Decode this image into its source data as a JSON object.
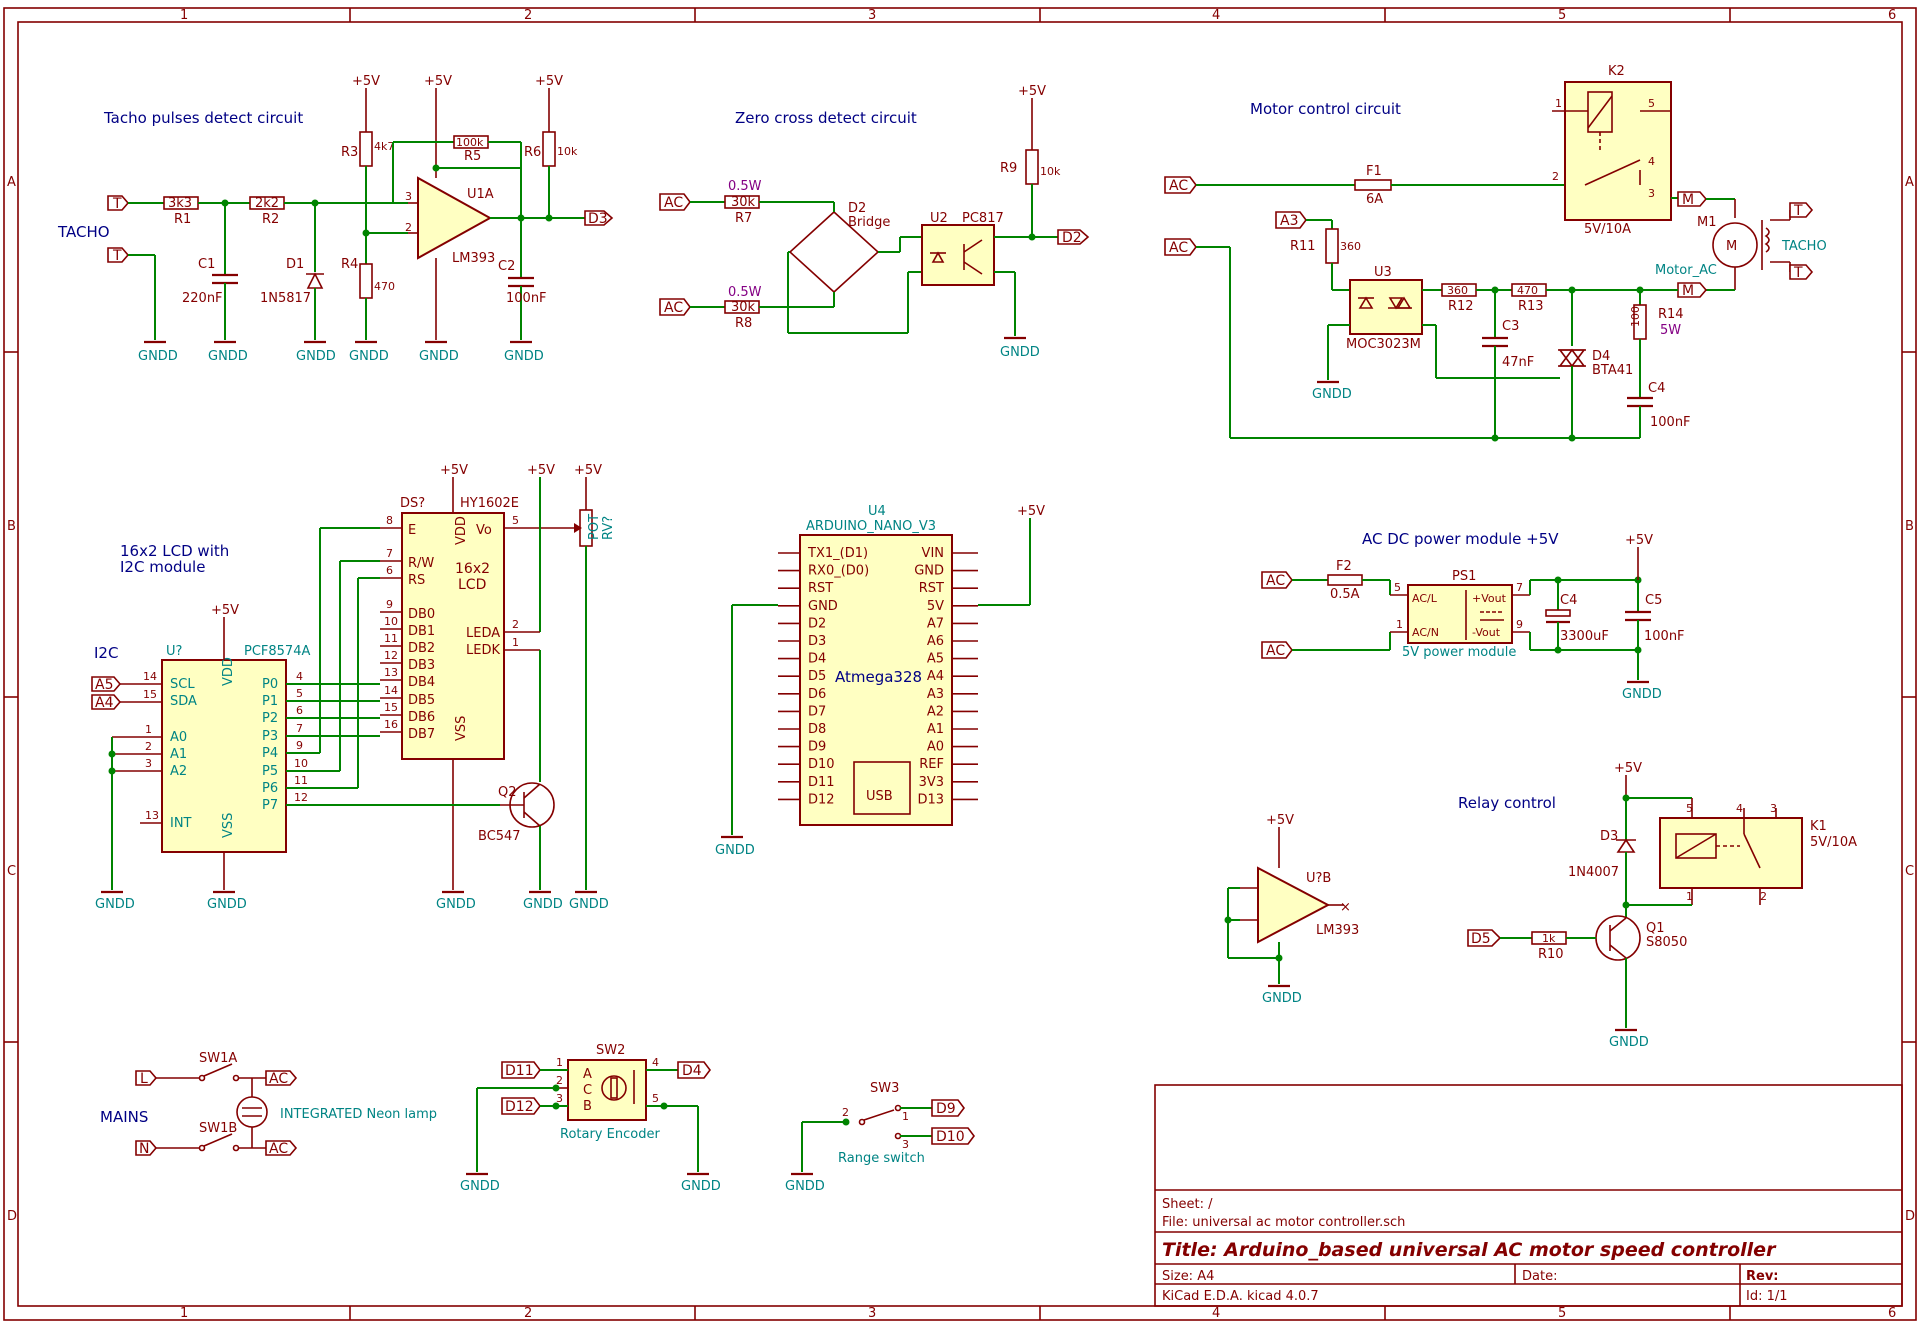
{
  "border": {
    "columns": [
      "1",
      "2",
      "3",
      "4",
      "5",
      "6"
    ],
    "rows": [
      "A",
      "B",
      "C",
      "D"
    ]
  },
  "sections": {
    "tacho": "Tacho pulses detect circuit",
    "tacho_label": "TACHO",
    "zero_cross": "Zero cross detect circuit",
    "motor": "Motor control circuit",
    "lcd_line1": "16x2 LCD with",
    "lcd_line2": "I2C module",
    "i2c": "I2C",
    "acdc": "AC DC power module +5V",
    "relay": "Relay control",
    "mains": "MAINS"
  },
  "net_labels": {
    "T": "T",
    "AC": "AC",
    "A3": "A3",
    "A4": "A4",
    "A5": "A5",
    "M": "M",
    "D2": "D2",
    "D3": "D3",
    "D4": "D4",
    "D5": "D5",
    "D9": "D9",
    "D10": "D10",
    "D11": "D11",
    "D12": "D12",
    "L": "L",
    "N": "N"
  },
  "power": {
    "vcc": "+5V",
    "gnd": "GNDD"
  },
  "components": {
    "R1": {
      "ref": "R1",
      "value": "3k3"
    },
    "R2": {
      "ref": "R2",
      "value": "2k2"
    },
    "R3": {
      "ref": "R3",
      "value": "4k7"
    },
    "R4": {
      "ref": "R4",
      "value": "470"
    },
    "R5": {
      "ref": "R5",
      "value": "100k"
    },
    "R6": {
      "ref": "R6",
      "value": "10k"
    },
    "R7": {
      "ref": "R7",
      "value": "30k",
      "power": "0.5W"
    },
    "R8": {
      "ref": "R8",
      "value": "30k",
      "power": "0.5W"
    },
    "R9": {
      "ref": "R9",
      "value": "10k"
    },
    "R10": {
      "ref": "R10",
      "value": "1k"
    },
    "R11": {
      "ref": "R11",
      "value": "360"
    },
    "R12": {
      "ref": "R12",
      "value": "360"
    },
    "R13": {
      "ref": "R13",
      "value": "470"
    },
    "R14": {
      "ref": "R14",
      "value": "100",
      "power": "5W"
    },
    "C1": {
      "ref": "C1",
      "value": "220nF"
    },
    "C2": {
      "ref": "C2",
      "value": "100nF"
    },
    "C3": {
      "ref": "C3",
      "value": "47nF"
    },
    "C4a": {
      "ref": "C4",
      "value": "100nF"
    },
    "C4b": {
      "ref": "C4",
      "value": "3300uF"
    },
    "C5": {
      "ref": "C5",
      "value": "100nF"
    },
    "D1": {
      "ref": "D1",
      "value": "1N5817"
    },
    "D2": {
      "ref": "D2",
      "value": "Bridge"
    },
    "D3": {
      "ref": "D3",
      "value": "1N4007"
    },
    "D4": {
      "ref": "D4",
      "value": "BTA41"
    },
    "U1A": {
      "ref": "U1A",
      "value": "LM393"
    },
    "UB": {
      "ref": "U?B",
      "value": "LM393"
    },
    "U2": {
      "ref": "U2",
      "value": "PC817"
    },
    "U3": {
      "ref": "U3",
      "value": "MOC3023M"
    },
    "U4": {
      "ref": "U4",
      "value": "ARDUINO_NANO_V3",
      "chip": "Atmega328",
      "usb": "USB"
    },
    "DS": {
      "ref": "DS?",
      "value": "HY1602E",
      "inner1": "16x2",
      "inner2": "LCD"
    },
    "UI2C": {
      "ref": "U?",
      "value": "PCF8574A"
    },
    "RV": {
      "ref": "RV?",
      "value": "POT"
    },
    "Q1": {
      "ref": "Q1",
      "value": "S8050"
    },
    "Q2": {
      "ref": "Q2",
      "value": "BC547"
    },
    "F1": {
      "ref": "F1",
      "value": "6A"
    },
    "F2": {
      "ref": "F2",
      "value": "0.5A"
    },
    "K1": {
      "ref": "K1",
      "value": "5V/10A"
    },
    "K2": {
      "ref": "K2",
      "value": "5V/10A"
    },
    "M1": {
      "ref": "M1",
      "value": "Motor_AC",
      "tacho": "TACHO"
    },
    "PS1": {
      "ref": "PS1",
      "value": "5V power module",
      "acl": "AC/L",
      "acn": "AC/N",
      "vp": "+Vout",
      "vn": "-Vout"
    },
    "SW1A": {
      "ref": "SW1A"
    },
    "SW1B": {
      "ref": "SW1B",
      "note": "INTEGRATED Neon lamp"
    },
    "SW2": {
      "ref": "SW2",
      "value": "Rotary Encoder"
    },
    "SW3": {
      "ref": "SW3",
      "value": "Range switch"
    }
  },
  "arduino_pins": {
    "left": [
      "TX1_(D1)",
      "RX0_(D0)",
      "RST",
      "GND",
      "D2",
      "D3",
      "D4",
      "D5",
      "D6",
      "D7",
      "D8",
      "D9",
      "D10",
      "D11",
      "D12"
    ],
    "right": [
      "VIN",
      "GND",
      "RST",
      "5V",
      "A7",
      "A6",
      "A5",
      "A4",
      "A3",
      "A2",
      "A1",
      "A0",
      "REF",
      "3V3",
      "D13"
    ]
  },
  "lcd_pins": {
    "left": [
      "E",
      "R/W",
      "RS",
      "DB0",
      "DB1",
      "DB2",
      "DB3",
      "DB4",
      "DB5",
      "DB6",
      "DB7"
    ],
    "right": [
      "Vo",
      "LEDA",
      "LEDK"
    ],
    "top": "VDD",
    "bottom": "VSS"
  },
  "pcf_pins": {
    "left": [
      "SCL",
      "SDA",
      "A0",
      "A1",
      "A2",
      "INT"
    ],
    "right": [
      "P0",
      "P1",
      "P2",
      "P3",
      "P4",
      "P5",
      "P6",
      "P7"
    ],
    "top": "VDD",
    "bottom": "VSS"
  },
  "title_block": {
    "sheet": "Sheet: /",
    "file": "File: universal ac motor controller.sch",
    "title": "Title: Arduino_based universal AC motor speed controller",
    "size": "Size: A4",
    "date": "Date:",
    "rev": "Rev:",
    "tool": "KiCad E.D.A.  kicad 4.0.7",
    "id": "Id: 1/1"
  }
}
